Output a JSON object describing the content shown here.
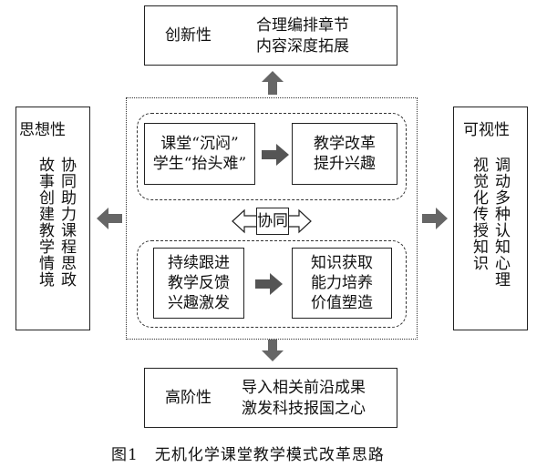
{
  "top": {
    "title": "创新性",
    "lines": [
      "合理编排章节",
      "内容深度拓展"
    ]
  },
  "left": {
    "title": "思想性",
    "columns": [
      "协同助力课程思政",
      "故事创建教学情境"
    ]
  },
  "right": {
    "title": "可视性",
    "columns": [
      "调动多种认知心理",
      "视觉化传授知识"
    ]
  },
  "bottom": {
    "title": "高阶性",
    "lines": [
      "导入相关前沿成果",
      "激发科技报国之心"
    ]
  },
  "center": {
    "upper_left": [
      "课堂“沉闷”",
      "学生“抬头难”"
    ],
    "upper_right": [
      "教学改革",
      "提升兴趣"
    ],
    "collab": "协同",
    "lower_left": [
      "持续跟进",
      "教学反馈",
      "兴趣激发"
    ],
    "lower_right": [
      "知识获取",
      "能力培养",
      "价值塑造"
    ]
  },
  "caption": {
    "figure": "图1",
    "text": "无机化学课堂教学模式改革思路"
  }
}
